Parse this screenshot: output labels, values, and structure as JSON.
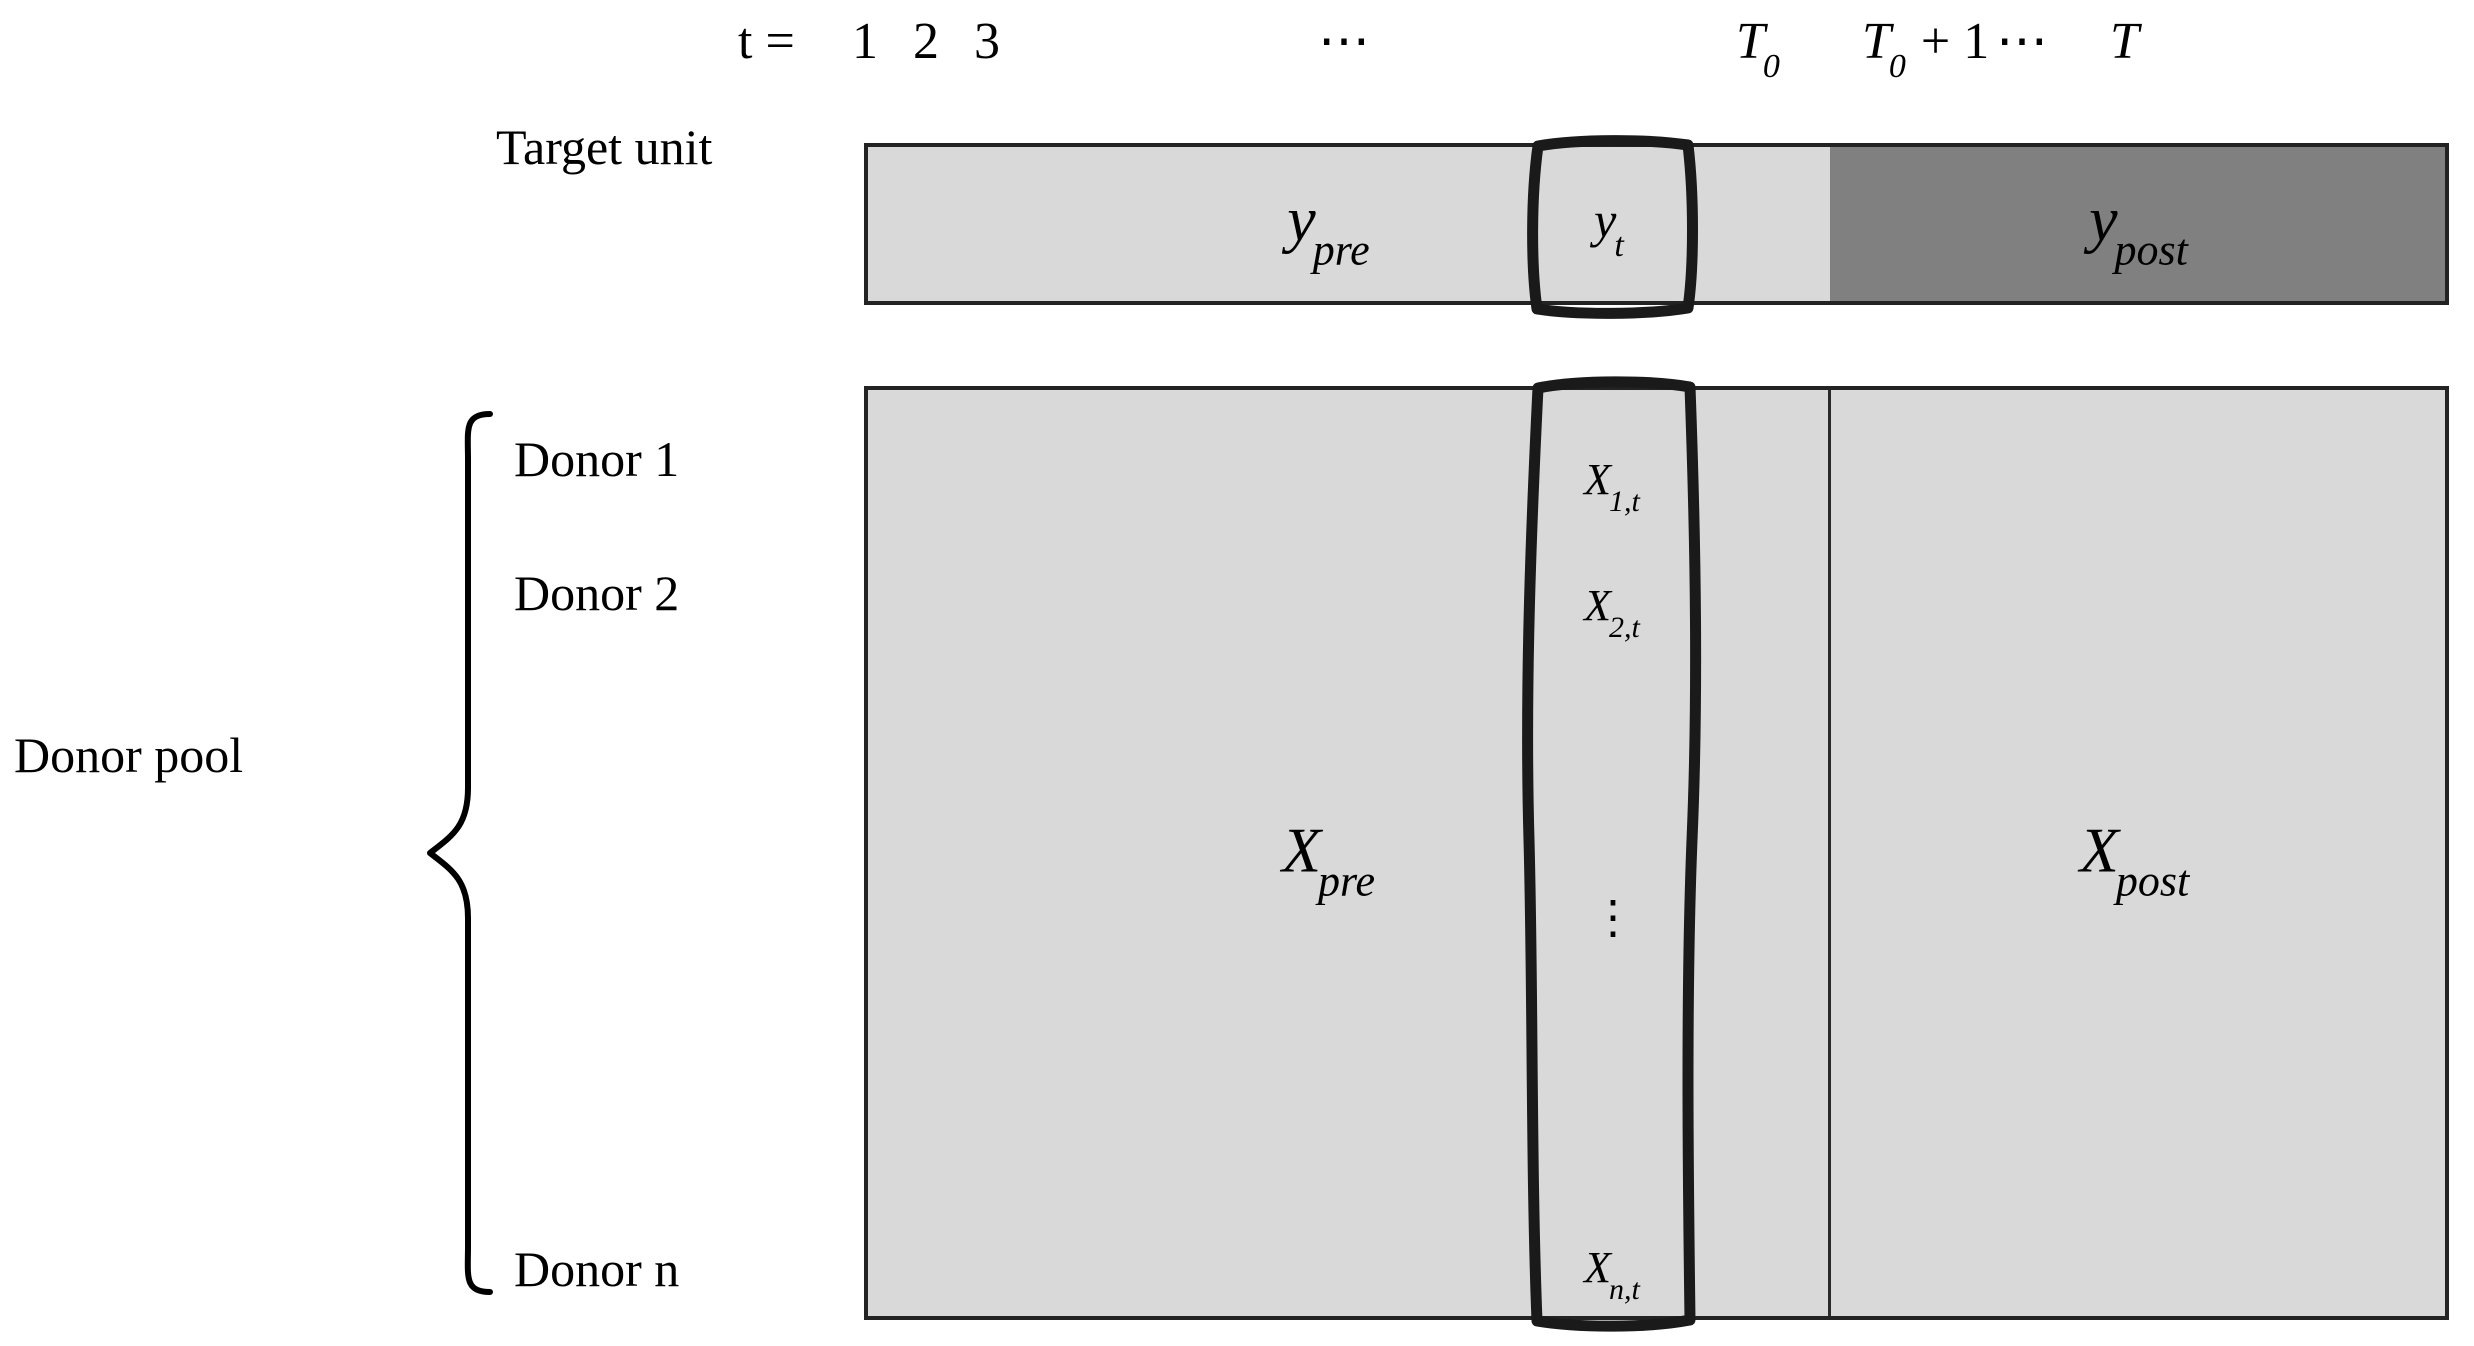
{
  "diagram": {
    "title_row_prefix": "t =",
    "time_labels": [
      {
        "text": "1",
        "italic": false
      },
      {
        "text": "2",
        "italic": false
      },
      {
        "text": "3",
        "italic": false
      },
      {
        "text": "⋯",
        "italic": false
      },
      {
        "text": "T",
        "sub": "0",
        "italic": true
      },
      {
        "text": "T",
        "sub": "0",
        "suffix": " + 1",
        "italic": true
      },
      {
        "text": "⋯",
        "italic": false
      },
      {
        "text": "T",
        "italic": true
      }
    ],
    "time_labels_flat": [
      "1",
      "2",
      "3",
      "⋯",
      "T₀",
      "T₀ + 1",
      "⋯",
      "T"
    ],
    "rows": {
      "target": {
        "side_label": "Target unit",
        "pre_label": "y",
        "pre_sub": "pre",
        "current_label": "y",
        "current_sub": "t",
        "post_label": "y",
        "post_sub": "post"
      },
      "donors": {
        "side_label": "Donor pool",
        "unit_labels": [
          "Donor 1",
          "Donor 2",
          "Donor n"
        ],
        "pre_label": "X",
        "pre_sub": "pre",
        "post_label": "X",
        "post_sub": "post",
        "column_cells": [
          {
            "base": "X",
            "sub": "1,t"
          },
          {
            "base": "X",
            "sub": "2,t"
          },
          {
            "base": "X",
            "sub": "n,t"
          }
        ],
        "vertical_ellipsis": "⋮"
      }
    },
    "colors": {
      "pre_fill": "#d9d9d9",
      "post_fill_target": "#808080",
      "post_fill_donor": "#d9d9d9",
      "outline": "#232323",
      "highlight_stroke": "#1a1a1a",
      "background": "#ffffff",
      "text": "#000000"
    }
  }
}
